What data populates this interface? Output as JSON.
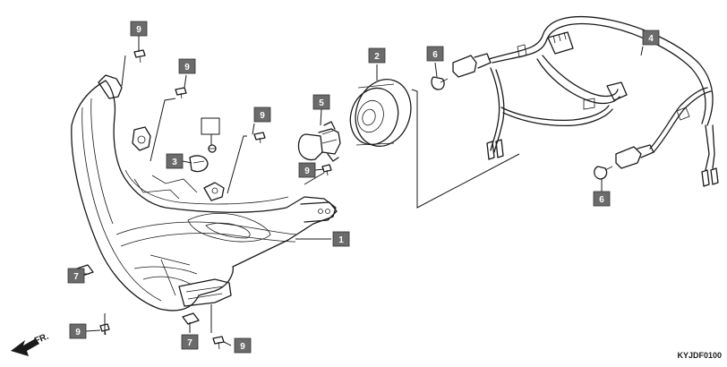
{
  "diagram_code": "KYJDF0100",
  "direction_label": "FR.",
  "part_tags": [
    "9",
    "9",
    "9",
    "3",
    "2",
    "5",
    "6",
    "4",
    "1",
    "9",
    "6",
    "7",
    "9",
    "7",
    "9"
  ],
  "blank_tag": ""
}
